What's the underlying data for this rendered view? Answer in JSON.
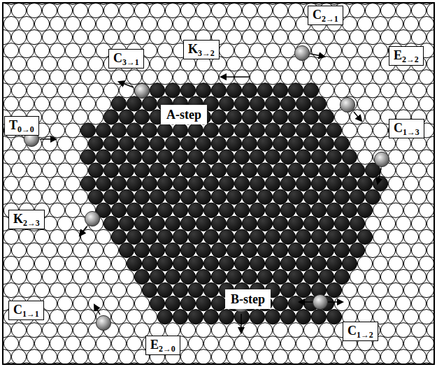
{
  "diagram": {
    "nodes": [
      {
        "text": [
          "C2→1"
        ]
      },
      {
        "text": [
          "K3→2"
        ]
      },
      {
        "text": [
          "E2→2"
        ]
      },
      {
        "text": [
          "C3→1"
        ]
      },
      {
        "text": [
          "A-step"
        ]
      },
      {
        "text": [
          "T0→0"
        ]
      },
      {
        "text": [
          "C1→3"
        ]
      },
      {
        "text": [
          "K2→3"
        ]
      },
      {
        "text": [
          "B-step"
        ]
      },
      {
        "text": [
          "C1→1"
        ]
      },
      {
        "text": [
          "C1→2"
        ]
      },
      {
        "text": [
          "E2→0"
        ]
      }
    ]
  }
}
